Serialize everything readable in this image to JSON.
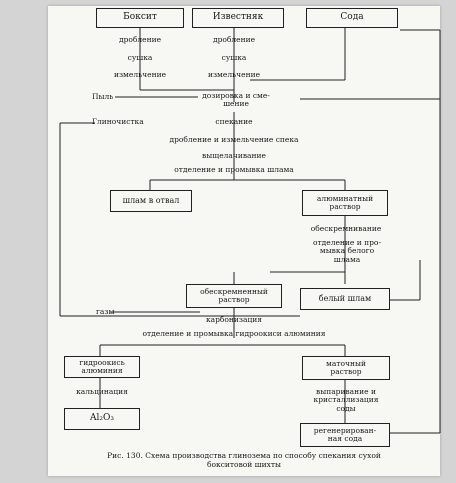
{
  "diagram": {
    "inputs": {
      "bauxite": "Боксит",
      "limestone": "Известняк",
      "soda": "Сода"
    },
    "steps": {
      "crush_b": "дробление",
      "dry_b": "сушка",
      "grind_b": "измельчение",
      "crush_l": "дробление",
      "dry_l": "сушка",
      "grind_l": "измельчение",
      "dust": "Пыль",
      "dosing": "дозировка и сме-\nшение",
      "flue_dust": "Глиночистка",
      "sintering": "спекание",
      "crush_sinter": "дробление и измельчение спека",
      "leaching": "выщелачивание",
      "sep_wash_mud": "отделение и промывка шлама",
      "desilication": "обескремнивание",
      "sep_wash_white": "отделение и про-\nмывка белого\nшлама",
      "gases": "газы",
      "carbonation": "карбонизация",
      "sep_wash_hydroxide": "отделение и промывка гидроокиси алюминия",
      "calcination": "кальцинация",
      "evap_cryst": "выпаривание и\nкристаллизация\nсоды"
    },
    "boxes": {
      "mud_dump": "шлам в отвал",
      "aluminate": "алюминатный\nраствор",
      "desilicated": "обескремненный\nраствор",
      "white_mud": "белый шлам",
      "hydroxide": "гидроокись\nалюминия",
      "mother_liquor": "маточный\nраствор",
      "alumina": "Al₂O₃",
      "regenerated": "регенерирован-\nная сода"
    },
    "caption": "Рис. 130. Схема производства глинозема по способу спекания сухой\nбокситовой шихты"
  }
}
